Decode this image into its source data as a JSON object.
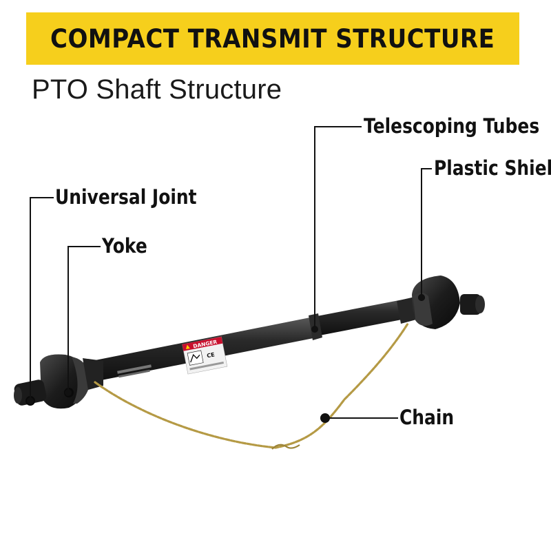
{
  "banner": {
    "title": "COMPACT TRANSMIT STRUCTURE"
  },
  "subtitle": "PTO Shaft Structure",
  "callouts": {
    "telescoping_tubes": "Telescoping Tubes",
    "plastic_shield": "Plastic Shield",
    "universal_joint": "Universal Joint",
    "yoke": "Yoke",
    "chain": "Chain"
  },
  "warning_label": {
    "heading": "DANGER",
    "mark": "CE"
  },
  "colors": {
    "banner": "#f6cf1c",
    "shaft": "#1e1e1e",
    "chain": "#b59a45",
    "danger_red": "#c8102e"
  }
}
